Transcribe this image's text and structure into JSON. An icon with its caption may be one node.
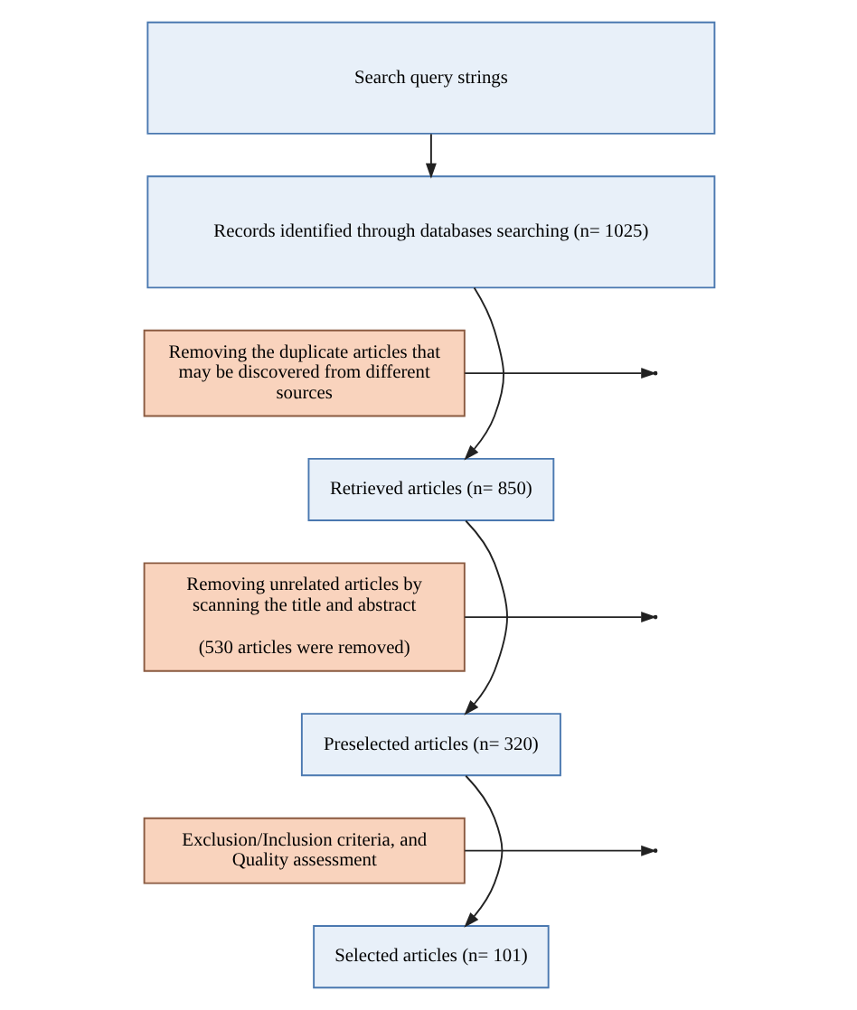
{
  "diagram": {
    "nodes": [
      {
        "text": [
          "Search query strings"
        ]
      },
      {
        "text": [
          "Records identified through databases searching (n= 1025)"
        ]
      },
      {
        "text": [
          "Removing the duplicate articles that may be discovered from different sources"
        ]
      },
      {
        "text": [
          "Retrieved articles (n= 850)"
        ]
      },
      {
        "text": [
          "Removing unrelated articles by scanning the title and abstract",
          "(530 articles were removed)"
        ]
      },
      {
        "text": [
          "Preselected articles (n= 320)"
        ]
      },
      {
        "text": [
          "Exclusion/Inclusion criteria, and Quality assessment"
        ]
      },
      {
        "text": [
          "Selected articles (n= 101)"
        ]
      }
    ],
    "edges": [
      {
        "from": 0,
        "to": 1,
        "arrow": "to"
      },
      {
        "from": 1,
        "to": 3,
        "arrow": "to"
      },
      {
        "from": 2,
        "to": null,
        "arrow": "to"
      },
      {
        "from": 3,
        "to": 5,
        "arrow": "to"
      },
      {
        "from": 4,
        "to": null,
        "arrow": "to"
      },
      {
        "from": 5,
        "to": 7,
        "arrow": "to"
      },
      {
        "from": 6,
        "to": null,
        "arrow": "to"
      }
    ]
  }
}
